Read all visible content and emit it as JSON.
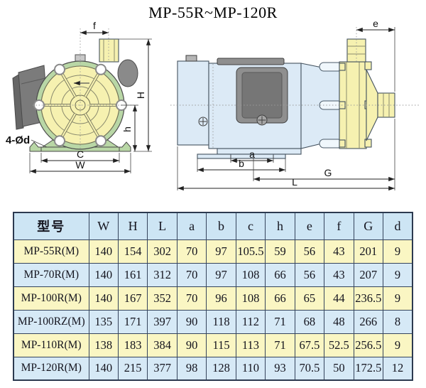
{
  "title": "MP-55R~MP-120R",
  "diagram": {
    "front_view": {
      "dims": {
        "f": "f",
        "H": "H",
        "h": "h",
        "C": "C",
        "W": "W",
        "holes": "4-Ød"
      }
    },
    "side_view": {
      "dims": {
        "e": "e",
        "a": "a",
        "b": "b",
        "G": "G",
        "L": "L"
      }
    }
  },
  "table": {
    "headers": [
      "型号",
      "W",
      "H",
      "L",
      "a",
      "b",
      "c",
      "h",
      "e",
      "f",
      "G",
      "d"
    ],
    "rows": [
      [
        "MP-55R(M)",
        "140",
        "154",
        "302",
        "70",
        "97",
        "105.5",
        "59",
        "56",
        "43",
        "201",
        "9"
      ],
      [
        "MP-70R(M)",
        "140",
        "161",
        "312",
        "70",
        "97",
        "108",
        "66",
        "56",
        "43",
        "207",
        "9"
      ],
      [
        "MP-100R(M)",
        "140",
        "167",
        "352",
        "70",
        "96",
        "108",
        "66",
        "65",
        "44",
        "236.5",
        "9"
      ],
      [
        "MP-100RZ(M)",
        "135",
        "171",
        "397",
        "90",
        "118",
        "112",
        "71",
        "68",
        "48",
        "266",
        "8"
      ],
      [
        "MP-110R(M)",
        "138",
        "183",
        "384",
        "90",
        "115",
        "113",
        "71",
        "67.5",
        "52.5",
        "256.5",
        "9"
      ],
      [
        "MP-120R(M)",
        "140",
        "215",
        "377",
        "98",
        "128",
        "110",
        "93",
        "70.5",
        "50",
        "172.5",
        "12"
      ]
    ]
  },
  "colors": {
    "pump_yellow": "#f6f1b0",
    "rim_green": "#b9d7a6",
    "motor_blue": "#dceaf6",
    "box_gray": "#8f8f8f",
    "header_blue": "#cde5f4",
    "row_yellow": "#faf6c3",
    "row_blue": "#d6e9f6",
    "table_border": "#35445c"
  }
}
